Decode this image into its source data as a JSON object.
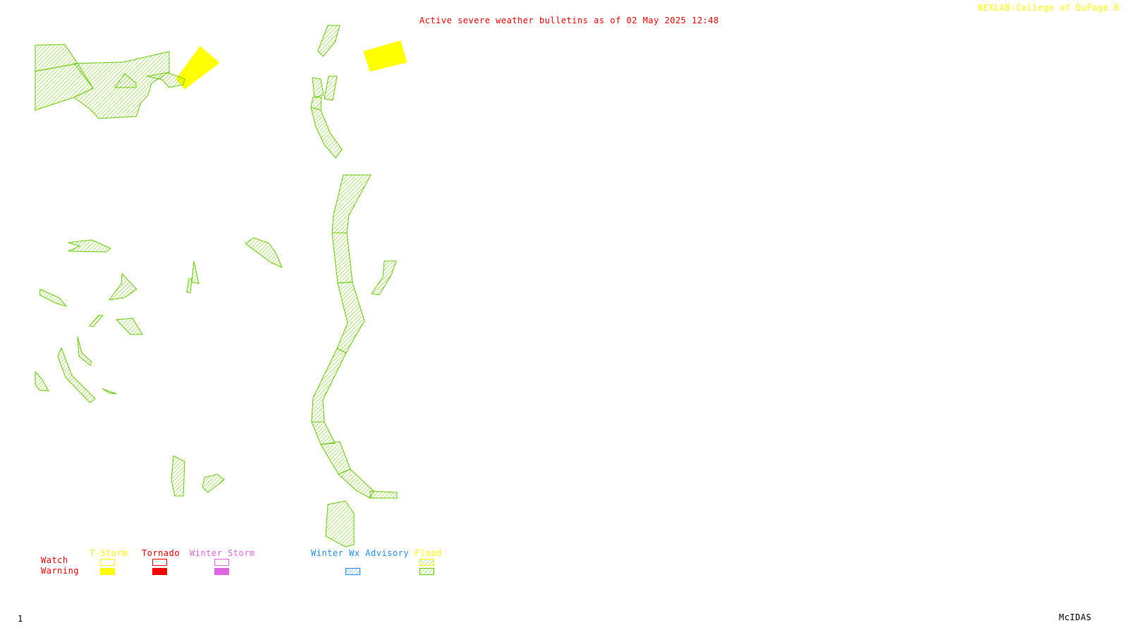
{
  "header": {
    "title": "Active severe weather bulletins as of 02 May 2025 12:48",
    "credit": "NEXLAB-College of DuPage R"
  },
  "legend": {
    "row_labels": {
      "watch": "Watch",
      "warning": "Warning"
    },
    "categories": [
      {
        "label": "T-Storm",
        "color": "#ffff00",
        "has_watch": true,
        "warning_style": "solid"
      },
      {
        "label": "Tornado",
        "color": "#ff0000",
        "has_watch": true,
        "warning_style": "solid"
      },
      {
        "label": "Winter Storm",
        "color": "#e066e0",
        "has_watch": true,
        "warning_style": "solid"
      },
      {
        "label": "Winter Wx Advisory",
        "color": "#1e90ff",
        "has_watch": false,
        "warning_style": "hatched"
      },
      {
        "label": "Flood",
        "color": "#66cc00",
        "has_watch": true,
        "warning_style": "hatched"
      }
    ],
    "title_colors": [
      "#ffff00",
      "#ff0000",
      "#e066e0",
      "#1e90ff",
      "#ffff00"
    ]
  },
  "footer": {
    "frame_number": "1",
    "software": "McIDAS"
  },
  "colors": {
    "flood": "#66cc00",
    "tstorm_warning": "#ffff00",
    "header": "#ff0000"
  }
}
